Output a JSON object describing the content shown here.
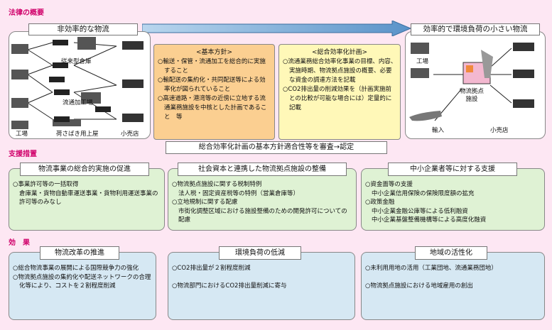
{
  "section_law": "法律の概要",
  "section_support": "支援措置",
  "section_effects": "効　果",
  "left_flow": {
    "title": "非効率的な物流",
    "labels": {
      "warehouse_old": "従来型倉庫",
      "processing": "流通加工場",
      "factory": "工場",
      "loading": "荷さばき用上屋",
      "retail": "小売店"
    }
  },
  "right_flow": {
    "title": "効率的で環境負荷の小さい物流",
    "labels": {
      "factory": "工場",
      "hub": "物流拠点施設",
      "import": "輸入",
      "retail": "小売店"
    }
  },
  "basic_policy": {
    "title": "<基本方針>",
    "items": [
      "輸送・保管・流通加工を総合的に実施すること",
      "輸配送の集約化・共同配送等による効率化が図られていること",
      "高速道路・港湾等の近傍に立地する流通業務施設を中核とした計画であること　等"
    ]
  },
  "efficiency_plan": {
    "title": "<総合効率化計画>",
    "items": [
      "流通業務総合効率化事業の目標、内容、実施時期、物流拠点施設の概要、必要な資金の調達方法を記載",
      "CO2排出量の削減効果を（計画実施前との比較が可能な場合には）定量的に記載"
    ]
  },
  "review_note": "総合効率化計画の基本方針適合性等を審査→認定",
  "support": [
    {
      "title": "物流事業の総合的実施の促進",
      "lines": [
        {
          "type": "bullet",
          "text": "事業許可等の一括取得"
        },
        {
          "type": "sub",
          "text": "倉庫業・貨物自動車運送事業・貨物利用運送事業の許可等のみなし"
        }
      ]
    },
    {
      "title": "社会資本と連携した物流拠点施設の整備",
      "lines": [
        {
          "type": "bullet",
          "text": "物流拠点施設に関する税制特例"
        },
        {
          "type": "sub",
          "text": "法人税・固定資産税等の特例（営業倉庫等）"
        },
        {
          "type": "bullet",
          "text": "立地規制に関する配慮"
        },
        {
          "type": "sub",
          "text": "市街化調整区域における施設整備のための開発許可についての配慮"
        }
      ]
    },
    {
      "title": "中小企業者等に対する支援",
      "lines": [
        {
          "type": "bullet",
          "text": "資金面等の支援"
        },
        {
          "type": "sub",
          "text": "中小企業信用保険の保険限度額の拡充"
        },
        {
          "type": "bullet",
          "text": "政策金融"
        },
        {
          "type": "sub",
          "text": "中小企業金融公庫等による低利融資"
        },
        {
          "type": "sub",
          "text": "中小企業基盤整備機構等による高度化融資"
        }
      ]
    }
  ],
  "effects": [
    {
      "title": "物流改革の推進",
      "lines": [
        {
          "type": "bullet",
          "text": "総合物流事業の展開による国際競争力の強化"
        },
        {
          "type": "bullet",
          "text": "物流拠点施設の集約化や配送ネットワークの合理化等により、コストを２割程度削減"
        }
      ]
    },
    {
      "title": "環境負荷の低減",
      "lines": [
        {
          "type": "bullet",
          "text": "CO2排出量が２割程度削減"
        },
        {
          "type": "gap",
          "text": ""
        },
        {
          "type": "bullet",
          "text": "物流部門におけるCO2排出量削減に寄与"
        }
      ]
    },
    {
      "title": "地域の活性化",
      "lines": [
        {
          "type": "bullet",
          "text": "未利用用地の活用（工業団地、流通業務団地）"
        },
        {
          "type": "gap",
          "text": ""
        },
        {
          "type": "bullet",
          "text": "物流拠点施設における地域雇用の創出"
        }
      ]
    }
  ]
}
